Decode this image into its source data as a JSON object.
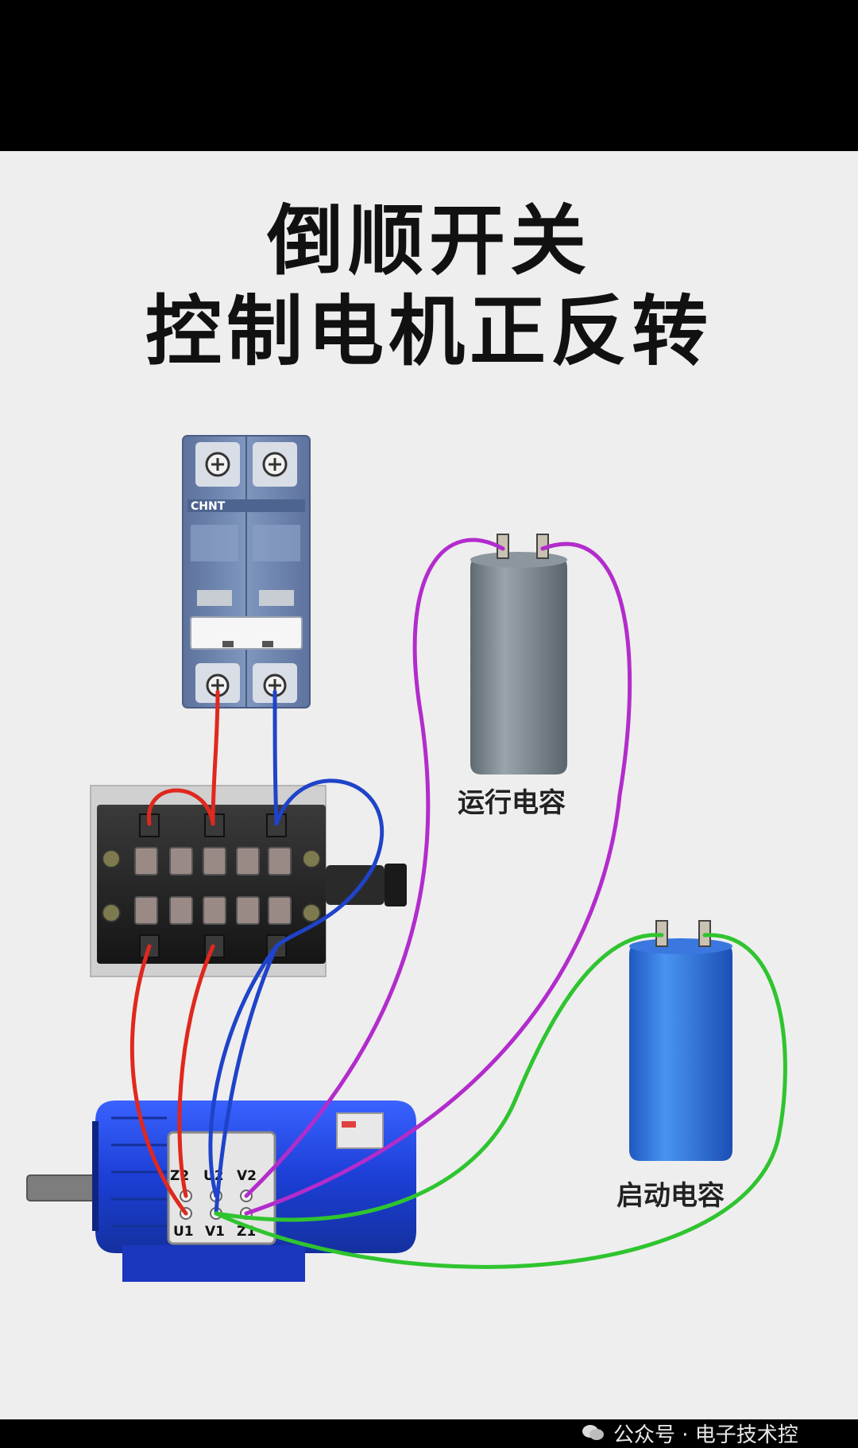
{
  "title": {
    "line1": "倒顺开关",
    "line2": "控制电机正反转"
  },
  "breaker": {
    "brand": "CHNT"
  },
  "capacitors": {
    "run_label": "运行电容",
    "start_label": "启动电容"
  },
  "motor": {
    "terminals_top": [
      "Z2",
      "U2",
      "V2"
    ],
    "terminals_bottom": [
      "U1",
      "V1",
      "Z1"
    ]
  },
  "footer": {
    "text": "公众号 · 电子技术控"
  },
  "colors": {
    "background": "#efefef",
    "wire_red": "#e0281e",
    "wire_blue": "#1f43c9",
    "wire_purple": "#b22ccc",
    "wire_green": "#2fc42f",
    "breaker_body": "#6f86b0",
    "motor_body": "#1c3fd6",
    "run_capacitor": "#7b858d",
    "start_capacitor": "#2f73e0"
  }
}
